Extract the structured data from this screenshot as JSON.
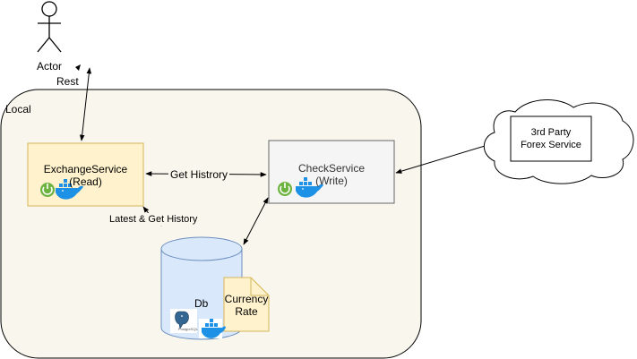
{
  "actor": {
    "label": "Actor"
  },
  "edges": {
    "rest": "Rest",
    "get_history": "Get Histrory",
    "latest_get_history": "Latest & Get History"
  },
  "local": {
    "label": "Local"
  },
  "exchange_service": {
    "title": "ExchangeService",
    "subtitle": "(Read)",
    "fill": "#fff2cc",
    "stroke": "#d6b656"
  },
  "check_service": {
    "title": "CheckService",
    "subtitle": "(Write)",
    "fill": "#f5f5f5",
    "stroke": "#666666"
  },
  "db": {
    "label": "Db",
    "fill": "#dae8fc",
    "stroke": "#6c8ebf"
  },
  "currency_note": {
    "line1": "Currency",
    "line2": "Rate",
    "fill": "#fff2cc",
    "stroke": "#d6b656"
  },
  "third_party": {
    "line1": "3rd Party",
    "line2": "Forex Service"
  },
  "logos": {
    "postgres_caption": "PostgreSQL"
  },
  "icons": [
    "spring-power-icon",
    "docker-whale-icon",
    "postgresql-elephant-icon"
  ],
  "colors": {
    "local_fill": "#f9f7ed",
    "spring_green": "#6db33f",
    "docker_blue": "#1d91e6"
  }
}
